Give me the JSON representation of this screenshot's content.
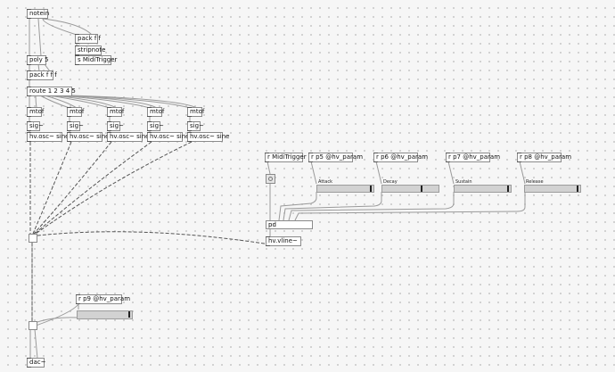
{
  "objects": {
    "notein": "notein",
    "pack_ff": "pack f f",
    "stripnote": "stripnote",
    "s_miditrigger": "s MidiTrigger",
    "poly": "poly 5",
    "pack_fff": "pack f f f",
    "route": "route 1 2 3 4 5",
    "mtof": "mtof",
    "sig": "sig~",
    "osc": "hv.osc~ sine",
    "r_miditrigger": "r MidiTrigger",
    "r_p5": "r p5 @hv_param",
    "r_p6": "r p6 @hv_param",
    "r_p7": "r p7 @hv_param",
    "r_p8": "r p8 @hv_param",
    "pd": "pd",
    "vline": "hv.vline~",
    "r_p9": "r p9 @hv_param",
    "dac": "dac~"
  },
  "sliders": {
    "attack": {
      "label": "Attack",
      "value": 0.96
    },
    "decay": {
      "label": "Decay",
      "value": 0.7
    },
    "sustain": {
      "label": "Sustain",
      "value": 0.96
    },
    "release": {
      "label": "Release",
      "value": 0.96
    },
    "volume": {
      "label": "",
      "value": 0.96
    }
  }
}
